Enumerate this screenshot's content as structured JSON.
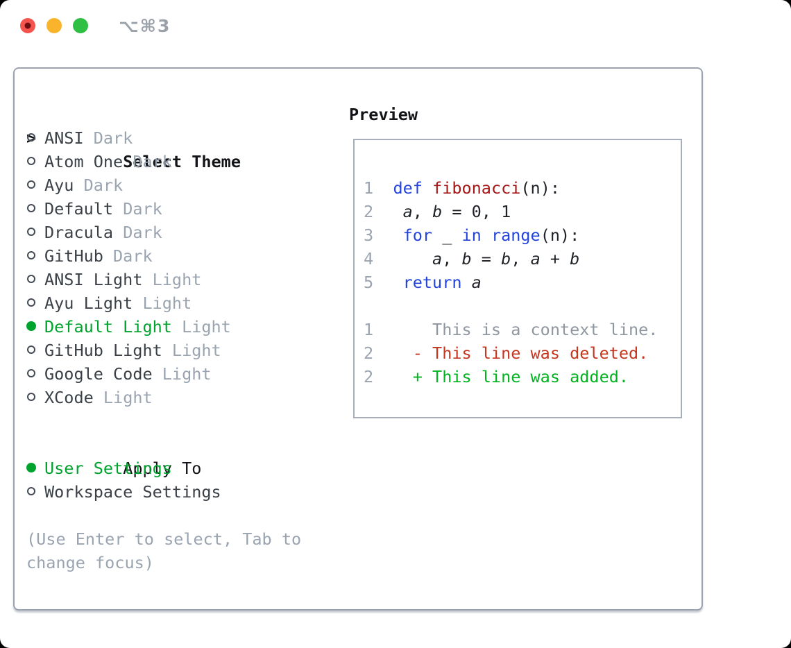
{
  "titlebar": {
    "shortcut": "⌥⌘3"
  },
  "colors": {
    "accent_green": "#00a32e",
    "traffic_red": "#f4534e",
    "traffic_yellow": "#f9b42c",
    "traffic_green": "#2fbf44",
    "muted_gray": "#9aa4b0",
    "keyword_blue": "#2244dd",
    "function_red": "#a61717",
    "deleted_red": "#c5361f",
    "added_green": "#00b31e"
  },
  "theme_panel": {
    "title_prefix": ">",
    "title": "Select Theme",
    "options": [
      {
        "name": "ANSI",
        "variant": "Dark",
        "selected": false
      },
      {
        "name": "Atom One",
        "variant": "Dark",
        "selected": false
      },
      {
        "name": "Ayu",
        "variant": "Dark",
        "selected": false
      },
      {
        "name": "Default",
        "variant": "Dark",
        "selected": false
      },
      {
        "name": "Dracula",
        "variant": "Dark",
        "selected": false
      },
      {
        "name": "GitHub",
        "variant": "Dark",
        "selected": false
      },
      {
        "name": "ANSI Light",
        "variant": "Light",
        "selected": false
      },
      {
        "name": "Ayu Light",
        "variant": "Light",
        "selected": false
      },
      {
        "name": "Default Light",
        "variant": "Light",
        "selected": true
      },
      {
        "name": "GitHub Light",
        "variant": "Light",
        "selected": false
      },
      {
        "name": "Google Code",
        "variant": "Light",
        "selected": false
      },
      {
        "name": "XCode",
        "variant": "Light",
        "selected": false
      }
    ],
    "apply_to": {
      "title": "Apply To",
      "options": [
        {
          "label": "User Settings",
          "selected": true
        },
        {
          "label": "Workspace Settings",
          "selected": false
        }
      ]
    },
    "hint": "(Use Enter to select, Tab to change focus)"
  },
  "preview_panel": {
    "title": "Preview",
    "code_lines": [
      {
        "num": "1",
        "tokens": [
          [
            "  ",
            "p"
          ],
          [
            "def",
            "k"
          ],
          [
            " ",
            "p"
          ],
          [
            "fibonacci",
            "f"
          ],
          [
            "(n):",
            "p"
          ]
        ]
      },
      {
        "num": "2",
        "tokens": [
          [
            "   ",
            "p"
          ],
          [
            "a",
            "v"
          ],
          [
            ", ",
            "p"
          ],
          [
            "b",
            "v"
          ],
          [
            " = 0, 1",
            "p"
          ]
        ]
      },
      {
        "num": "3",
        "tokens": [
          [
            "   ",
            "p"
          ],
          [
            "for",
            "k"
          ],
          [
            " _ ",
            "p"
          ],
          [
            "in",
            "k"
          ],
          [
            " ",
            "p"
          ],
          [
            "range",
            "k"
          ],
          [
            "(n):",
            "p"
          ]
        ]
      },
      {
        "num": "4",
        "tokens": [
          [
            "      ",
            "p"
          ],
          [
            "a",
            "v"
          ],
          [
            ", ",
            "p"
          ],
          [
            "b",
            "v"
          ],
          [
            " = ",
            "p"
          ],
          [
            "b",
            "v"
          ],
          [
            ", ",
            "p"
          ],
          [
            "a",
            "v"
          ],
          [
            " + ",
            "p"
          ],
          [
            "b",
            "v"
          ]
        ]
      },
      {
        "num": "5",
        "tokens": [
          [
            "   ",
            "p"
          ],
          [
            "return",
            "k"
          ],
          [
            " ",
            "p"
          ],
          [
            "a",
            "v"
          ]
        ]
      }
    ],
    "diff_lines": [
      {
        "num": "1",
        "text": "      This is a context line.",
        "kind": "context"
      },
      {
        "num": "2",
        "text": "    - This line was deleted.",
        "kind": "deleted"
      },
      {
        "num": "2",
        "text": "    + This line was added.",
        "kind": "added"
      }
    ]
  }
}
